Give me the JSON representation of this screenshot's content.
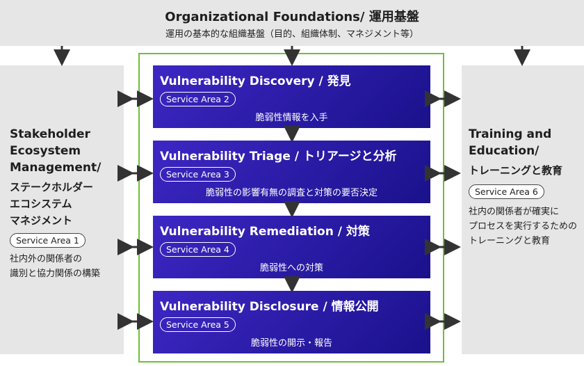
{
  "top": {
    "title": "Organizational Foundations/ 運用基盤",
    "subtitle": "運用の基本的な組織基盤（目的、組織体制、マネジメント等）"
  },
  "left": {
    "title_lines": [
      "Stakeholder",
      "Ecosystem",
      "Management/"
    ],
    "jp_lines": [
      "ステークホルダー",
      "エコシステム",
      "マネジメント"
    ],
    "service": "Service Area 1",
    "desc_lines": [
      "社内外の関係者の",
      "識別と協力関係の構築"
    ]
  },
  "center": [
    {
      "title": "Vulnerability Discovery / 発見",
      "service": "Service Area 2",
      "desc": "脆弱性情報を入手"
    },
    {
      "title": "Vulnerability Triage / トリアージと分析",
      "service": "Service Area 3",
      "desc": "脆弱性の影響有無の調査と対策の要否決定"
    },
    {
      "title": "Vulnerability Remediation / 対策",
      "service": "Service Area 4",
      "desc": "脆弱性への対策"
    },
    {
      "title": "Vulnerability Disclosure / 情報公開",
      "service": "Service Area 5",
      "desc": "脆弱性の開示・報告"
    }
  ],
  "right": {
    "title_lines": [
      "Training and",
      "Education/"
    ],
    "jp_line": "トレーニングと教育",
    "service": "Service Area 6",
    "desc_lines": [
      "社内の関係者が確実に",
      "プロセスを実行するための",
      "トレーニングと教育"
    ]
  },
  "colors": {
    "gray_panel": "#e6e6e6",
    "blue_start": "#3d27c4",
    "blue_end": "#1a118b",
    "green_frame": "#6dc035",
    "arrow": "#333333"
  }
}
